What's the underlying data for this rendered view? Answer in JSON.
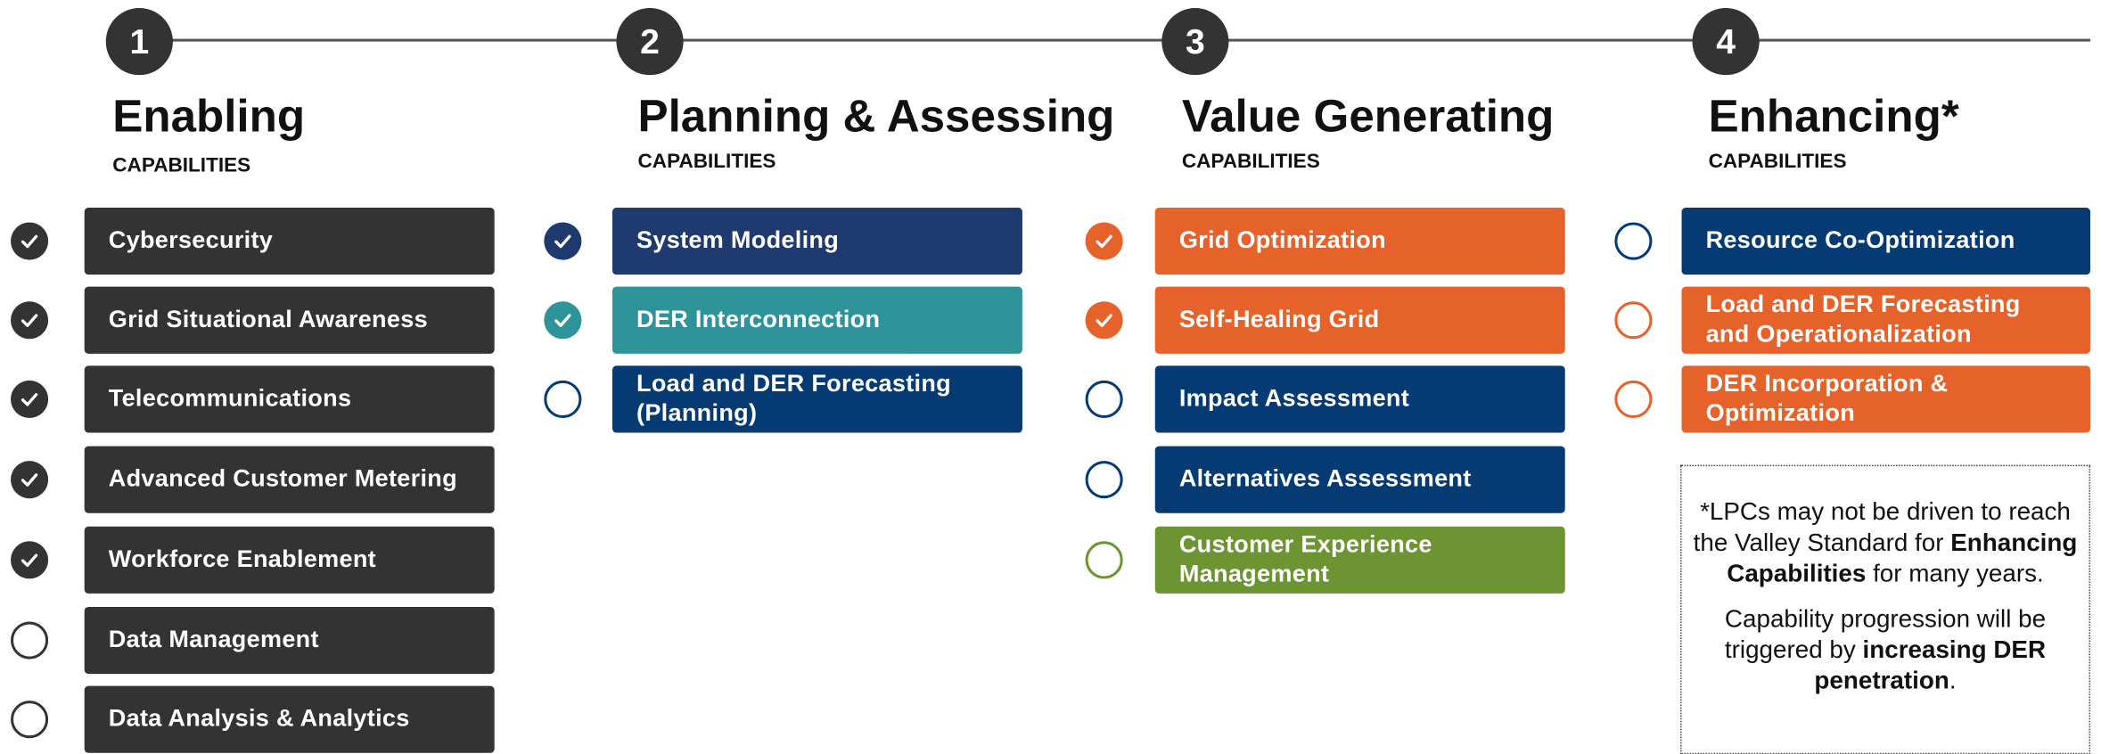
{
  "colors": {
    "dark": "#333333",
    "navy": "#1e3a6e",
    "blue": "#063a73",
    "teal": "#2e9499",
    "orange": "#e5622a",
    "green": "#6c9432",
    "line": "#555555"
  },
  "columns": [
    {
      "step": "1",
      "title": "Enabling",
      "subtitle": "CAPABILITIES",
      "items": [
        {
          "label": "Cybersecurity",
          "status": "complete",
          "color": "#333333"
        },
        {
          "label": "Grid Situational Awareness",
          "status": "complete",
          "color": "#333333"
        },
        {
          "label": "Telecommunications",
          "status": "complete",
          "color": "#333333"
        },
        {
          "label": "Advanced Customer Metering",
          "status": "complete",
          "color": "#333333"
        },
        {
          "label": "Workforce Enablement",
          "status": "complete",
          "color": "#333333"
        },
        {
          "label": "Data Management",
          "status": "incomplete",
          "color": "#333333"
        },
        {
          "label": "Data Analysis & Analytics",
          "status": "incomplete",
          "color": "#333333"
        }
      ]
    },
    {
      "step": "2",
      "title": "Planning & Assessing",
      "subtitle": "CAPABILITIES",
      "items": [
        {
          "label": "System Modeling",
          "status": "complete",
          "color": "#1e3a6e"
        },
        {
          "label": "DER Interconnection",
          "status": "complete",
          "color": "#2e9499"
        },
        {
          "label": "Load and DER Forecasting (Planning)",
          "status": "incomplete",
          "color": "#063a73"
        }
      ]
    },
    {
      "step": "3",
      "title": "Value Generating",
      "subtitle": "CAPABILITIES",
      "items": [
        {
          "label": "Grid Optimization",
          "status": "complete",
          "color": "#e5622a"
        },
        {
          "label": "Self-Healing Grid",
          "status": "complete",
          "color": "#e5622a"
        },
        {
          "label": "Impact Assessment",
          "status": "incomplete",
          "color": "#063a73"
        },
        {
          "label": "Alternatives Assessment",
          "status": "incomplete",
          "color": "#063a73"
        },
        {
          "label": "Customer Experience Management",
          "status": "incomplete",
          "color": "#6c9432"
        }
      ]
    },
    {
      "step": "4",
      "title": "Enhancing*",
      "subtitle": "CAPABILITIES",
      "items": [
        {
          "label": "Resource Co-Optimization",
          "status": "incomplete",
          "color": "#063a73"
        },
        {
          "label": "Load and DER Forecasting and Operationalization",
          "status": "incomplete",
          "color": "#e5622a"
        },
        {
          "label": "DER Incorporation & Optimization",
          "status": "incomplete",
          "color": "#e5622a"
        }
      ]
    }
  ],
  "note": {
    "p1_a": "*LPCs may not be driven to reach the Valley Standard for ",
    "p1_b": "Enhancing Capabilities",
    "p1_c": " for many years.",
    "p2_a": "Capability progression will be triggered by ",
    "p2_b": "increasing DER penetration",
    "p2_c": "."
  }
}
